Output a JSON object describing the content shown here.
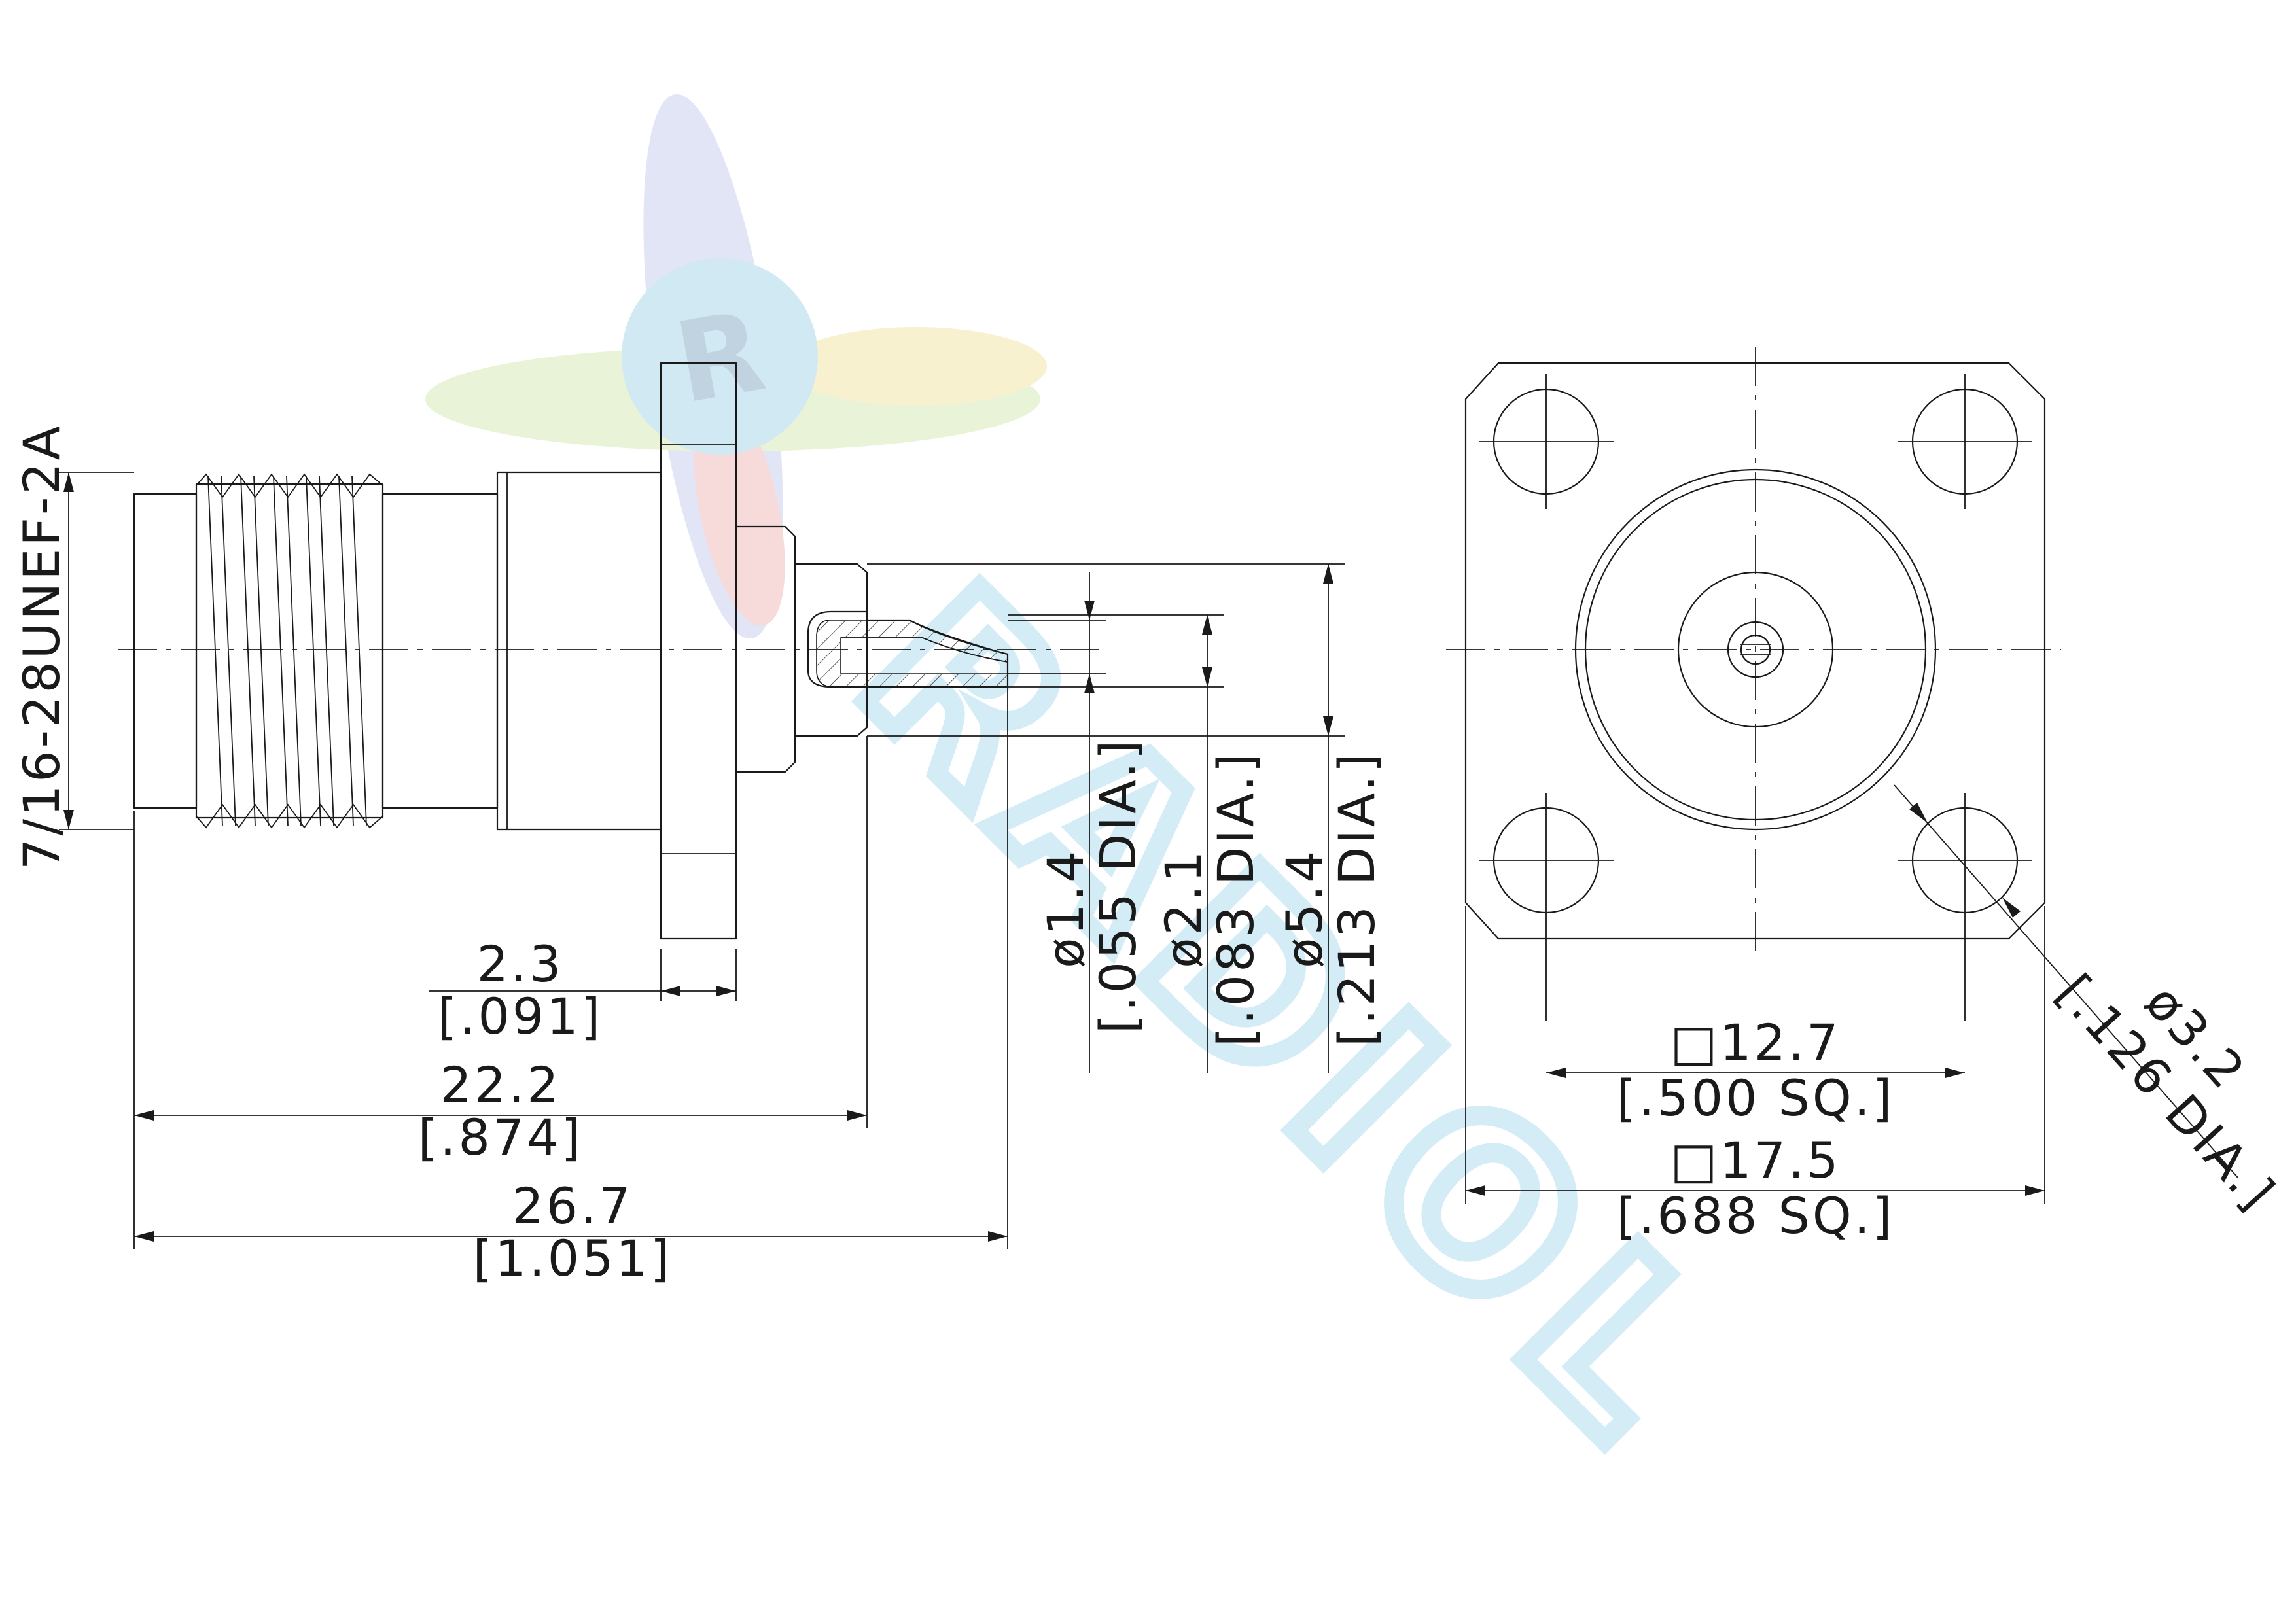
{
  "drawing": {
    "side_view": {
      "thread_spec": "7/16-28UNEF-2A",
      "flange_thickness": {
        "mm": "2.3",
        "inch": "[.091]"
      },
      "body_length": {
        "mm": "22.2",
        "inch": "[.874]"
      },
      "overall_length": {
        "mm": "26.7",
        "inch": "[1.051]"
      },
      "contact_diameter": {
        "mm": "ø1.4",
        "inch": "[.055 DIA.]"
      },
      "pin_diameter": {
        "mm": "ø2.1",
        "inch": "[.083 DIA.]"
      },
      "insulator_diameter": {
        "mm": "ø5.4",
        "inch": "[.213 DIA.]"
      }
    },
    "front_view": {
      "hole_spacing": {
        "mm": "□12.7",
        "inch": "[.500 SQ.]"
      },
      "flange_size": {
        "mm": "□17.5",
        "inch": "[.688 SQ.]"
      },
      "mount_hole_diameter": {
        "mm": "ø3.2",
        "inch": "[.126 DIA.]"
      }
    },
    "watermark": {
      "logo_letter": "R",
      "text": "RADIOL",
      "colors": [
        "#b9c4e6",
        "#a8d9e8",
        "#cfe6b0",
        "#f3e5a8",
        "#f2b9b9"
      ]
    }
  }
}
